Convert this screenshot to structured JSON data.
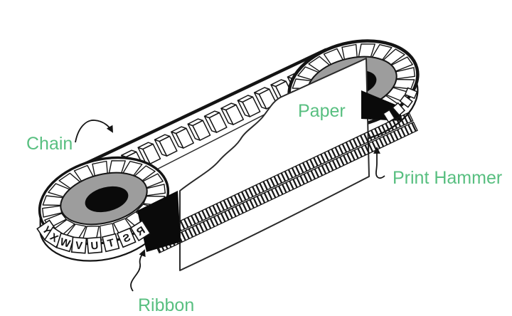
{
  "title": "Chain printer mechanism diagram",
  "labels": {
    "chain": "Chain",
    "paper": "Paper",
    "print_hammer": "Print Hammer",
    "ribbon": "Ribbon"
  },
  "type_slugs": {
    "rim_letters": "YXWVUTSR",
    "note_visible_mirrored": true
  },
  "structure": {
    "wheel_count": 2,
    "wheel_teeth": 20,
    "chain_slug_count": 12
  },
  "colors": {
    "label_green": "#58bf80",
    "wheel_gray": "#9d9d9d",
    "ink": "#141414",
    "ribbon_black": "#0a0a0a",
    "background": "#ffffff"
  }
}
